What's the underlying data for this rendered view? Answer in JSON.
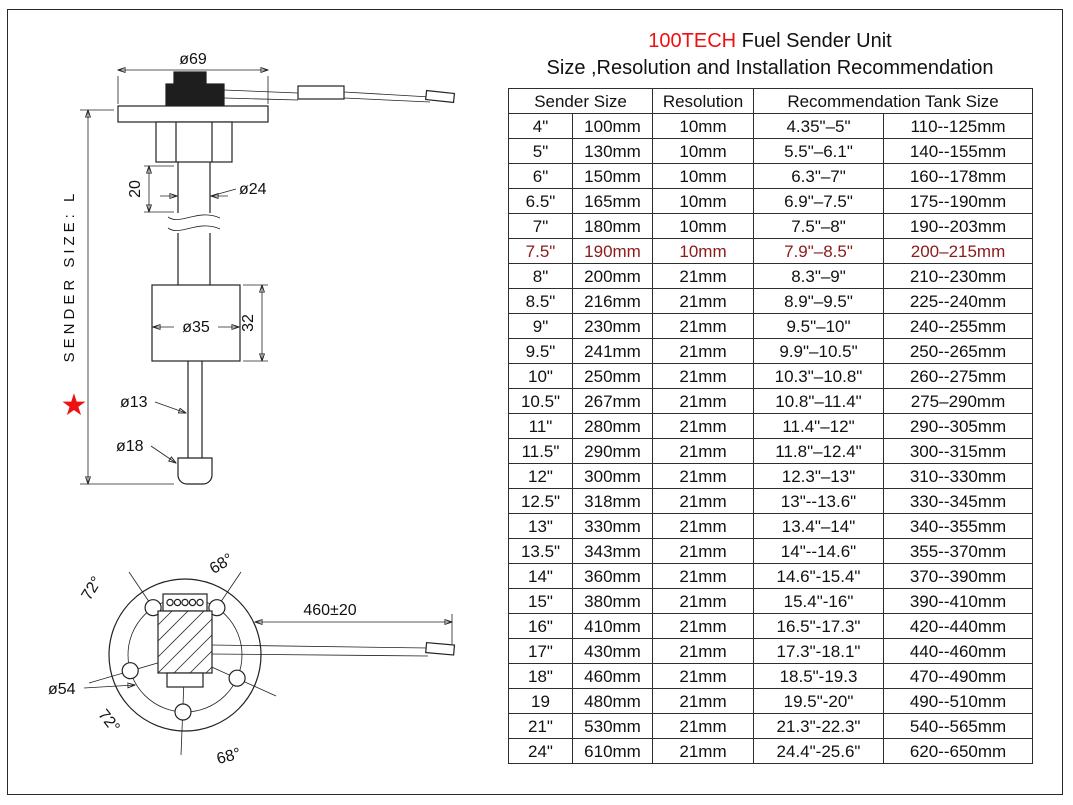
{
  "header": {
    "brand": "100TECH",
    "title_rest": " Fuel Sender Unit",
    "subtitle": "Size ,Resolution and Installation Recommendation"
  },
  "colors": {
    "brand_red": "#ee1111",
    "highlight_red": "#8b1a1a"
  },
  "diagram": {
    "flange_diameter": "ø69",
    "upper_section_length": "20",
    "shaft_diameter": "ø24",
    "float_diameter": "ø35",
    "float_height": "32",
    "rod_diameter": "ø13",
    "cap_diameter": "ø18",
    "length_label": "SENDER SIZE: L",
    "star_marker": "★",
    "angle_top": "68°",
    "angle_upper_left": "72°",
    "angle_lower_left": "72°",
    "angle_bottom": "68°",
    "bolt_circle_diameter": "ø54",
    "cable_length": "460±20"
  },
  "table": {
    "headers": {
      "sender_size": "Sender Size",
      "resolution": "Resolution",
      "tank_size": "Recommendation Tank Size"
    },
    "highlight_row_index": 5,
    "rows": [
      [
        "4\"",
        "100mm",
        "10mm",
        "4.35\"–5\"",
        "110--125mm"
      ],
      [
        "5\"",
        "130mm",
        "10mm",
        "5.5\"–6.1\"",
        "140--155mm"
      ],
      [
        "6\"",
        "150mm",
        "10mm",
        "6.3\"–7\"",
        "160--178mm"
      ],
      [
        "6.5\"",
        "165mm",
        "10mm",
        "6.9\"–7.5\"",
        "175--190mm"
      ],
      [
        "7\"",
        "180mm",
        "10mm",
        "7.5\"–8\"",
        "190--203mm"
      ],
      [
        "7.5\"",
        "190mm",
        "10mm",
        "7.9\"–8.5\"",
        "200–215mm"
      ],
      [
        "8\"",
        "200mm",
        "21mm",
        "8.3\"–9\"",
        "210--230mm"
      ],
      [
        "8.5\"",
        "216mm",
        "21mm",
        "8.9\"–9.5\"",
        "225--240mm"
      ],
      [
        "9\"",
        "230mm",
        "21mm",
        "9.5\"–10\"",
        "240--255mm"
      ],
      [
        "9.5\"",
        "241mm",
        "21mm",
        "9.9\"–10.5\"",
        "250--265mm"
      ],
      [
        "10\"",
        "250mm",
        "21mm",
        "10.3\"–10.8\"",
        "260--275mm"
      ],
      [
        "10.5\"",
        "267mm",
        "21mm",
        "10.8\"–11.4\"",
        "275–290mm"
      ],
      [
        "11\"",
        "280mm",
        "21mm",
        "11.4\"–12\"",
        "290--305mm"
      ],
      [
        "11.5\"",
        "290mm",
        "21mm",
        "11.8\"–12.4\"",
        "300--315mm"
      ],
      [
        "12\"",
        "300mm",
        "21mm",
        "12.3\"–13\"",
        "310--330mm"
      ],
      [
        "12.5\"",
        "318mm",
        "21mm",
        "13\"--13.6\"",
        "330--345mm"
      ],
      [
        "13\"",
        "330mm",
        "21mm",
        "13.4\"–14\"",
        "340--355mm"
      ],
      [
        "13.5\"",
        "343mm",
        "21mm",
        "14\"--14.6\"",
        "355--370mm"
      ],
      [
        "14\"",
        "360mm",
        "21mm",
        "14.6\"-15.4\"",
        "370--390mm"
      ],
      [
        "15\"",
        "380mm",
        "21mm",
        "15.4\"-16\"",
        "390--410mm"
      ],
      [
        "16\"",
        "410mm",
        "21mm",
        "16.5\"-17.3\"",
        "420--440mm"
      ],
      [
        "17\"",
        "430mm",
        "21mm",
        "17.3\"-18.1\"",
        "440--460mm"
      ],
      [
        "18\"",
        "460mm",
        "21mm",
        "18.5\"-19.3",
        "470--490mm"
      ],
      [
        "19",
        "480mm",
        "21mm",
        "19.5\"-20\"",
        "490--510mm"
      ],
      [
        "21\"",
        "530mm",
        "21mm",
        "21.3\"-22.3\"",
        "540--565mm"
      ],
      [
        "24\"",
        "610mm",
        "21mm",
        "24.4\"-25.6\"",
        "620--650mm"
      ]
    ]
  }
}
